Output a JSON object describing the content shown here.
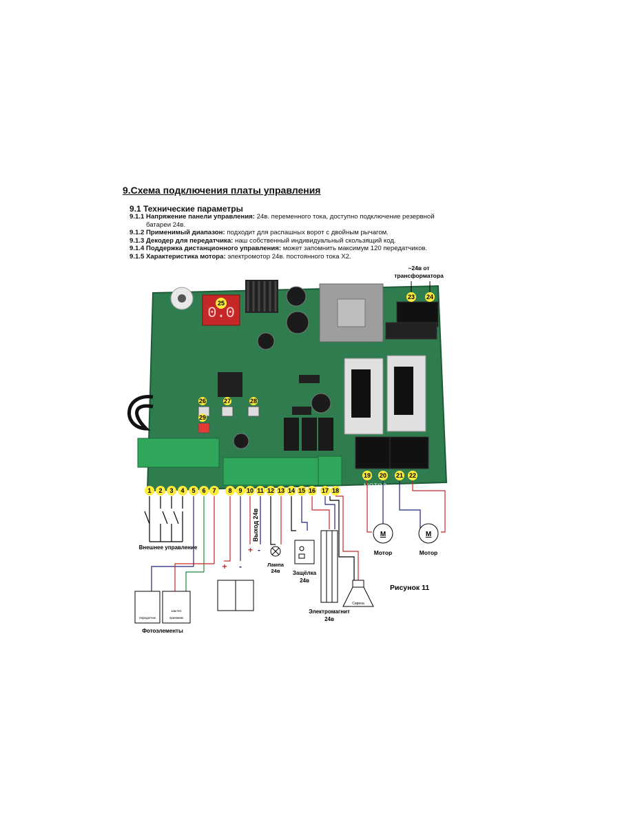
{
  "document": {
    "heading": "9.Схема подключения платы управления",
    "subheading": "9.1 Технические параметры",
    "specs": [
      {
        "num": "9.1.1",
        "label": "Напряжение панели управления:",
        "text": " 24в. переменного тока, доступно подключение резервной",
        "cont": "батареи 24в."
      },
      {
        "num": "9.1.2",
        "label": "Применимый диапазон:",
        "text": " подходит для распашных ворот с двойным рычагом."
      },
      {
        "num": "9.1.3",
        "label": "Декодер для передатчика:",
        "text": " наш собственный индивидуальный скользящий код."
      },
      {
        "num": "9.1.4",
        "label": "Поддержка дистанционного управления:",
        "text": " может запомнить максимум 120 передатчиков."
      },
      {
        "num": "9.1.5",
        "label": "Характеристика мотора:",
        "text": " электромотор 24в. постоянного тока X2."
      }
    ]
  },
  "diagram": {
    "transformer_label_1": "~24в от",
    "transformer_label_2": "трансформатора",
    "display_digits": "0.0",
    "pin_labels_left": [
      "1",
      "2",
      "3",
      "4",
      "5",
      "6",
      "7"
    ],
    "pin_labels_mid": [
      "8",
      "9",
      "10",
      "11",
      "12",
      "13",
      "14",
      "15",
      "16",
      "17",
      "18"
    ],
    "pin_labels_motor": [
      "19",
      "20",
      "21",
      "22"
    ],
    "pin_labels_top": [
      "23",
      "24"
    ],
    "button_labels": [
      "26",
      "27",
      "28",
      "29"
    ],
    "display_label": "25",
    "motor_silk_1": "MOTOR",
    "motor_silk_2": "MOTOR2 DELAY",
    "external_control": "Внешнее управление",
    "photo_elements": "Фотоэлементы",
    "photo_tx": "передатчик",
    "photo_rx_nc": "зам NC",
    "photo_rx": "приемник",
    "output_24v": "Выход 24в",
    "lamp": "Лампа",
    "lamp_v": "24в",
    "latch": "Защёлка",
    "latch_v": "24в",
    "electromagnet": "Электромагнит",
    "electromagnet_v": "24в",
    "siren": "Сирена",
    "motor1": "Мотор",
    "motor2": "Мотор",
    "motor_symbol": "M",
    "figure": "Рисунок 11"
  }
}
